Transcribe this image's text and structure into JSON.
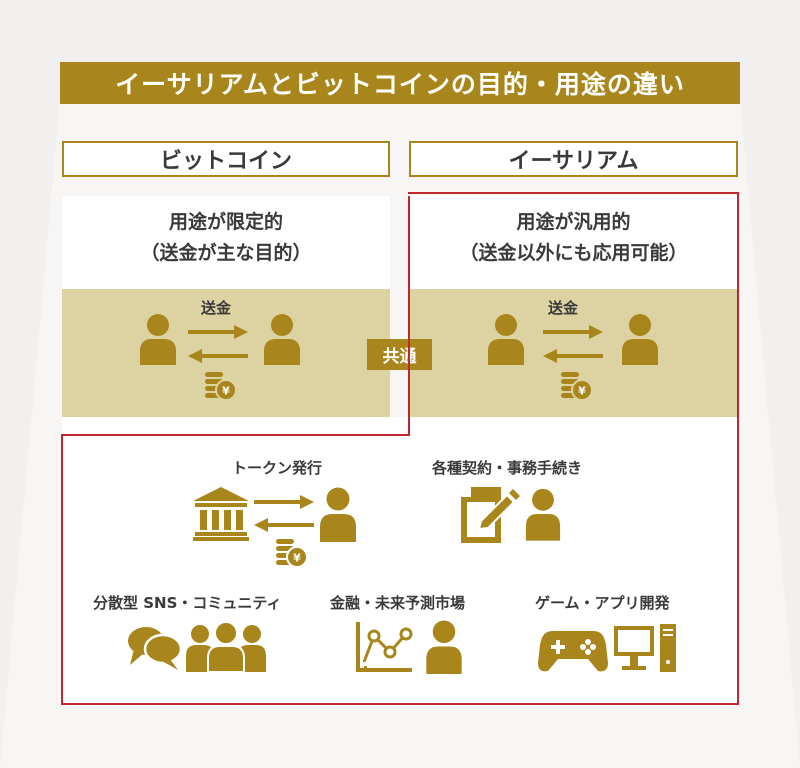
{
  "title": "イーサリアムとビットコインの目的・用途の違い",
  "bitcoin": {
    "header": "ビットコイン",
    "purpose_line1": "用途が限定的",
    "purpose_line2": "（送金が主な目的）",
    "transfer_label": "送金"
  },
  "ethereum": {
    "header": "イーサリアム",
    "purpose_line1": "用途が汎用的",
    "purpose_line2": "（送金以外にも応用可能）",
    "transfer_label": "送金"
  },
  "common_label": "共通",
  "use_cases": {
    "token": "トークン発行",
    "contracts": "各種契約・事務手続き",
    "sns": "分散型 SNS・コミュニティ",
    "finance": "金融・未来予測市場",
    "games": "ゲーム・アプリ開発"
  },
  "icons": [
    "person-icon",
    "arrow-right-icon",
    "arrow-left-icon",
    "yen-coins-icon",
    "bank-icon",
    "document-pen-icon",
    "speech-bubbles-icon",
    "group-icon",
    "line-graph-icon",
    "gamepad-icon",
    "desktop-computer-icon"
  ],
  "colors": {
    "gold": "#a8861b",
    "tan": "#ddd2a1",
    "red": "#c0262d",
    "text": "#3a3a3a"
  }
}
